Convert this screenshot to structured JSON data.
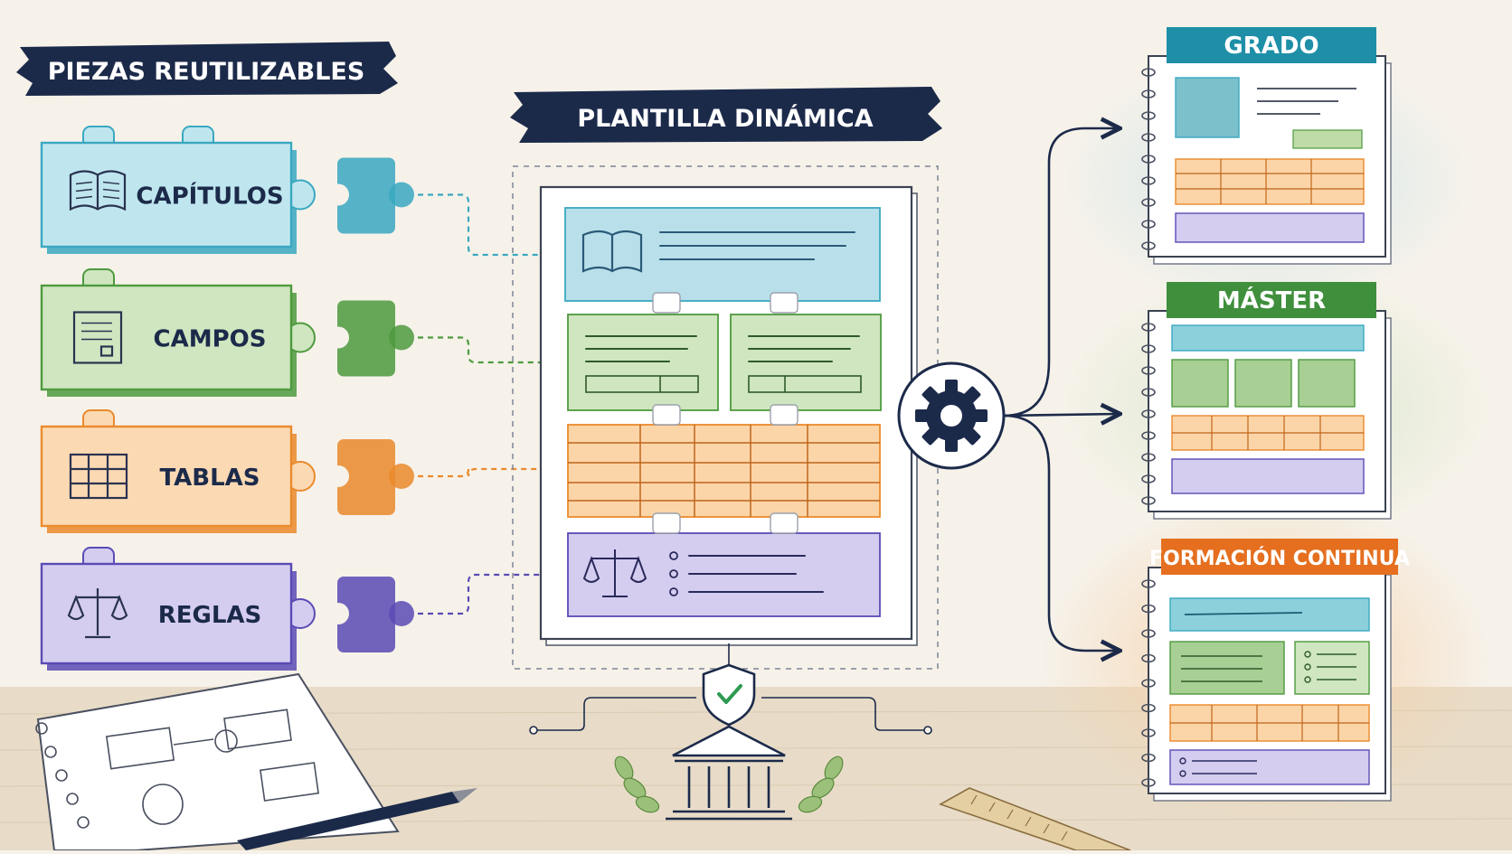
{
  "titles": {
    "pieces": "PIEZAS REUTILIZABLES",
    "template": "PLANTILLA DINÁMICA"
  },
  "pieces": [
    {
      "label": "CAPÍTULOS",
      "icon": "book-icon",
      "color": "#3aa8c1",
      "fill": "#bfe6ee"
    },
    {
      "label": "CAMPOS",
      "icon": "form-icon",
      "color": "#4e9a3e",
      "fill": "#cfe6c0"
    },
    {
      "label": "TABLAS",
      "icon": "table-icon",
      "color": "#ea8a2c",
      "fill": "#fbd9b3"
    },
    {
      "label": "REGLAS",
      "icon": "scales-icon",
      "color": "#5a4bb5",
      "fill": "#d4cdf0"
    }
  ],
  "outputs": [
    {
      "label": "GRADO",
      "color": "#1f8fa8"
    },
    {
      "label": "MÁSTER",
      "color": "#3f8f3c"
    },
    {
      "label": "FORMACIÓN CONTINUA",
      "color": "#e56f1f"
    }
  ],
  "icons": {
    "engine": "gear-icon",
    "validation": "shield-check-icon",
    "institution": "university-building-icon"
  },
  "colors": {
    "navy": "#1c2a4a",
    "paper": "#f6f2ea"
  }
}
